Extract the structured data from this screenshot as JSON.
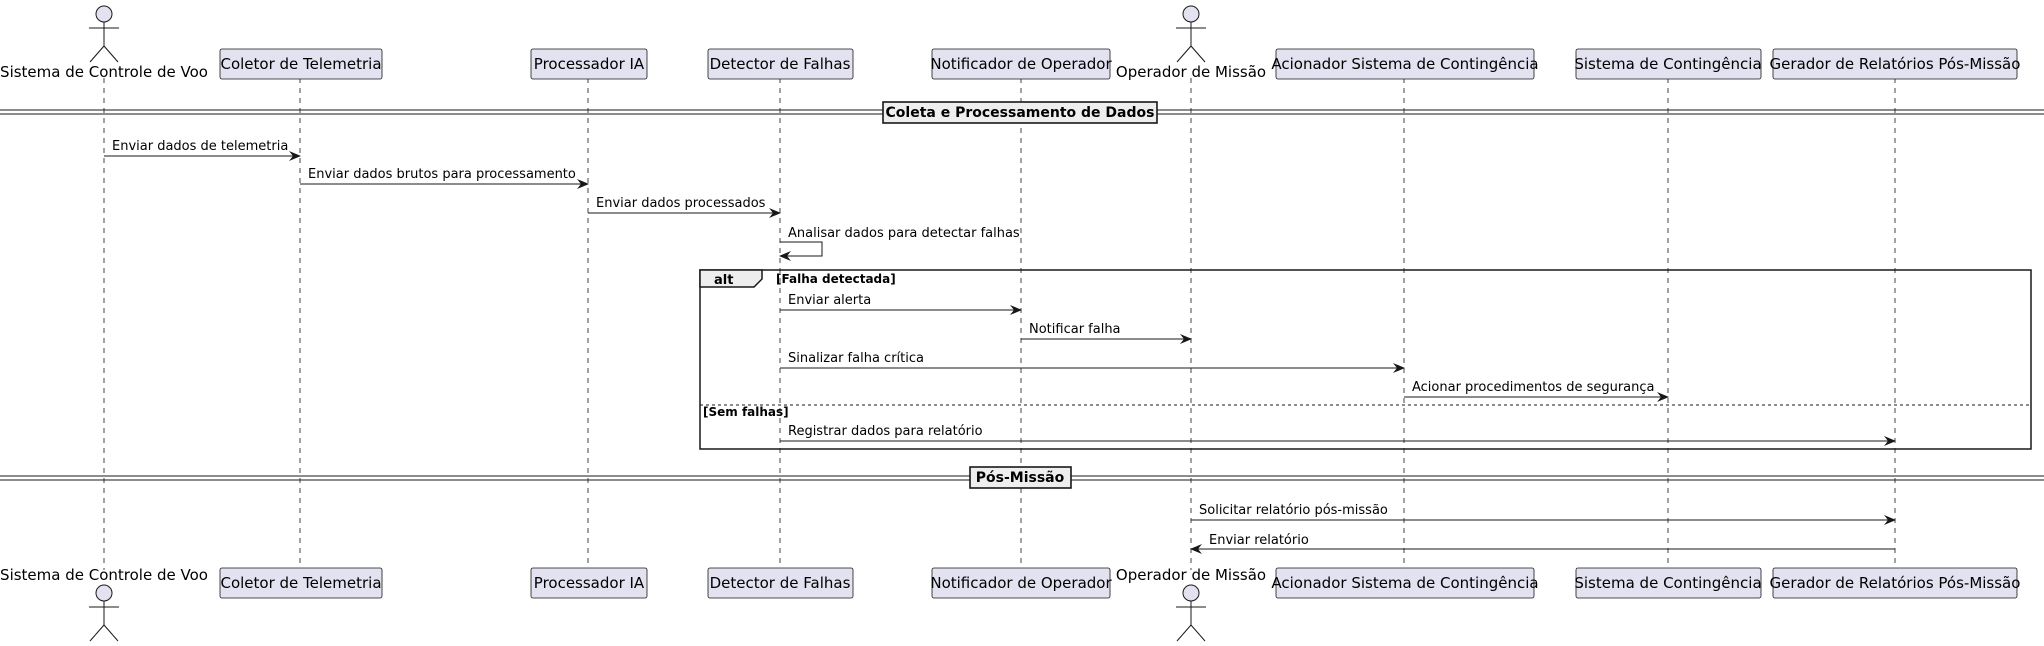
{
  "participants": [
    {
      "id": "scv",
      "label": "Sistema de Controle de Voo",
      "kind": "actor"
    },
    {
      "id": "ct",
      "label": "Coletor de Telemetria",
      "kind": "box"
    },
    {
      "id": "pia",
      "label": "Processador IA",
      "kind": "box"
    },
    {
      "id": "df",
      "label": "Detector de Falhas",
      "kind": "box"
    },
    {
      "id": "no",
      "label": "Notificador de Operador",
      "kind": "box"
    },
    {
      "id": "om",
      "label": "Operador de Missão",
      "kind": "actor"
    },
    {
      "id": "asc",
      "label": "Acionador Sistema de Contingência",
      "kind": "box"
    },
    {
      "id": "sc",
      "label": "Sistema de Contingência",
      "kind": "box"
    },
    {
      "id": "grpm",
      "label": "Gerador de Relatórios Pós-Missão",
      "kind": "box"
    }
  ],
  "dividers": {
    "collect": "Coleta e Processamento de Dados",
    "post": "Pós-Missão"
  },
  "messages": [
    {
      "text": "Enviar dados de telemetria"
    },
    {
      "text": "Enviar dados brutos para processamento"
    },
    {
      "text": "Enviar dados processados"
    },
    {
      "text": "Analisar dados para detectar falhas"
    },
    {
      "text": "Enviar alerta"
    },
    {
      "text": "Notificar falha"
    },
    {
      "text": "Sinalizar falha crítica"
    },
    {
      "text": "Acionar procedimentos de segurança"
    },
    {
      "text": "Registrar dados para relatório"
    },
    {
      "text": "Solicitar relatório pós-missão"
    },
    {
      "text": "Enviar relatório"
    }
  ],
  "alt_frame": {
    "keyword": "alt",
    "condition1": "[Falha detectada]",
    "condition2": "[Sem falhas]"
  },
  "colors": {
    "participant_fill": "#e2e2f0",
    "participant_stroke": "#181818",
    "lifeline": "#181818",
    "line": "#181818"
  }
}
